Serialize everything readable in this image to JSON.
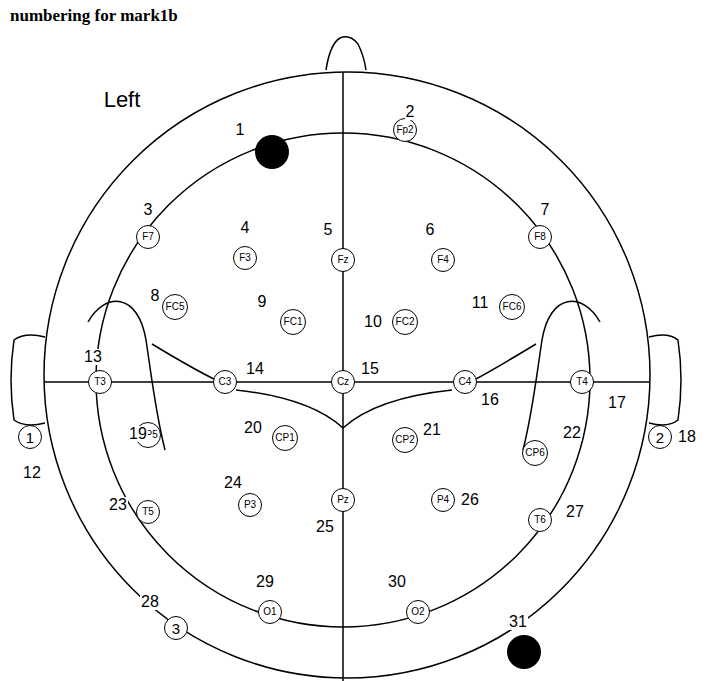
{
  "diagram": {
    "title": "numbering for mark1b",
    "nodes": [
      {
        "text": [
          "Fp2"
        ]
      },
      {
        "text": [
          "F7"
        ]
      },
      {
        "text": [
          "F3"
        ]
      },
      {
        "text": [
          "Fz"
        ]
      },
      {
        "text": [
          "F4"
        ]
      },
      {
        "text": [
          "F8"
        ]
      },
      {
        "text": [
          "FC5"
        ]
      },
      {
        "text": [
          "FC1"
        ]
      },
      {
        "text": [
          "FC2"
        ]
      },
      {
        "text": [
          "FC6"
        ]
      },
      {
        "text": [
          "T3"
        ]
      },
      {
        "text": [
          "C3"
        ]
      },
      {
        "text": [
          "Cz"
        ]
      },
      {
        "text": [
          "C4"
        ]
      },
      {
        "text": [
          "T4"
        ]
      },
      {
        "text": [
          "1"
        ]
      },
      {
        "text": [
          "2"
        ]
      },
      {
        "text": [
          "CP5"
        ]
      },
      {
        "text": [
          "CP1"
        ]
      },
      {
        "text": [
          "CP2"
        ]
      },
      {
        "text": [
          "CP6"
        ]
      },
      {
        "text": [
          "T5"
        ]
      },
      {
        "text": [
          "P3"
        ]
      },
      {
        "text": [
          "Pz"
        ]
      },
      {
        "text": [
          "P4"
        ]
      },
      {
        "text": [
          "T6"
        ]
      },
      {
        "text": [
          "3"
        ]
      },
      {
        "text": [
          "O1"
        ]
      },
      {
        "text": [
          "O2"
        ]
      }
    ],
    "labels": [
      "Left",
      "1",
      "2",
      "3",
      "4",
      "5",
      "6",
      "7",
      "8",
      "9",
      "10",
      "11",
      "13",
      "14",
      "15",
      "16",
      "17",
      "12",
      "18",
      "19",
      "20",
      "21",
      "22",
      "23",
      "24",
      "25",
      "26",
      "27",
      "28",
      "29",
      "30",
      "31"
    ]
  }
}
